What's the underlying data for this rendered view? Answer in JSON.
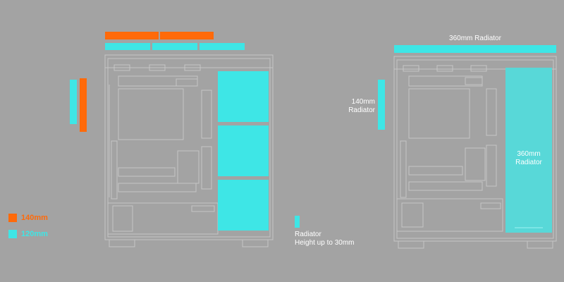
{
  "colors": {
    "background": "#a3a3a3",
    "fan_140": "#ff6a0a",
    "fan_120": "#3ee6e6",
    "radiator": "#58d8d8",
    "outline": "#c6c6c6"
  },
  "legend": {
    "items": [
      {
        "label": "140mm",
        "color": "#ff6a0a"
      },
      {
        "label": "120mm",
        "color": "#3ee6e6"
      }
    ]
  },
  "radiator_note": {
    "line1": "Radiator",
    "line2": "Height up to 30mm"
  },
  "right_case": {
    "top_label": "360mm Radiator",
    "side_label_line1": "140mm",
    "side_label_line2": "Radiator",
    "front_label_line1": "360mm",
    "front_label_line2": "Radiator"
  }
}
